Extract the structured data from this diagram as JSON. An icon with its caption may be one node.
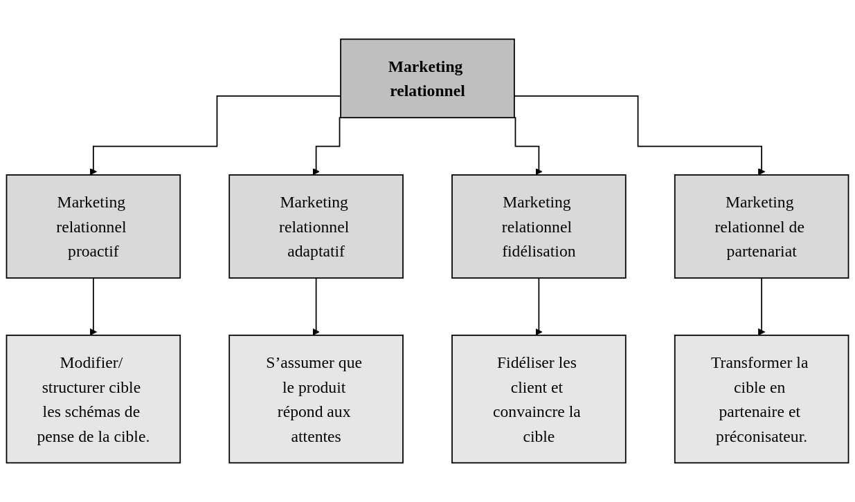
{
  "diagram": {
    "nodes": [
      {
        "text": [
          "Marketing relationnel"
        ]
      },
      {
        "text": [
          "Marketing relationnel proactif"
        ]
      },
      {
        "text": [
          "Marketing relationnel adaptatif"
        ]
      },
      {
        "text": [
          "Marketing relationnel fidélisation"
        ]
      },
      {
        "text": [
          "Marketing relationnel de partenariat"
        ]
      },
      {
        "text": [
          "Modifier/ structurer cible les schémas de pense de la cible."
        ]
      },
      {
        "text": [
          "S’assumer que le produit répond aux attentes"
        ]
      },
      {
        "text": [
          "Fidéliser les client et convaincre la cible"
        ]
      },
      {
        "text": [
          "Transformer la cible en partenaire et préconisateur."
        ]
      }
    ],
    "edges": [
      {
        "from": 0,
        "to": 1,
        "arrow": "to"
      },
      {
        "from": 0,
        "to": 2,
        "arrow": "to"
      },
      {
        "from": 0,
        "to": 3,
        "arrow": "to"
      },
      {
        "from": 0,
        "to": 4,
        "arrow": "to"
      },
      {
        "from": 1,
        "to": 5,
        "arrow": "to"
      },
      {
        "from": 2,
        "to": 6,
        "arrow": "to"
      },
      {
        "from": 3,
        "to": 7,
        "arrow": "to"
      },
      {
        "from": 4,
        "to": 8,
        "arrow": "to"
      }
    ]
  }
}
